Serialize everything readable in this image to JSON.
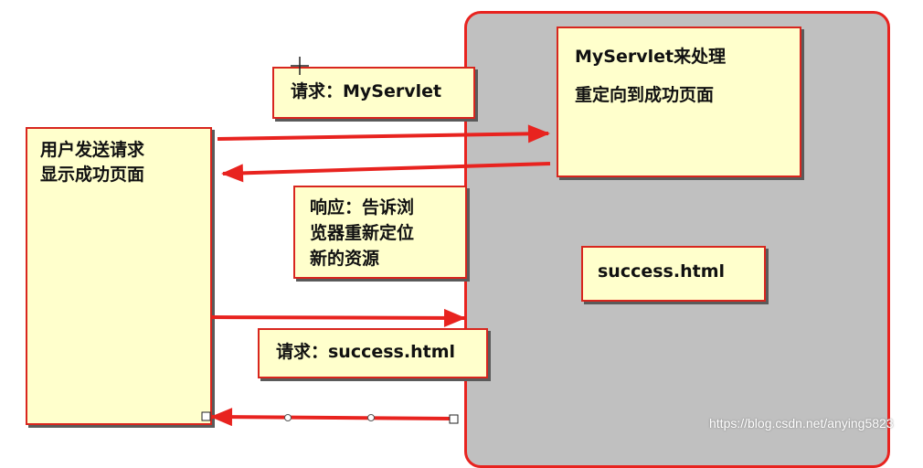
{
  "notes": {
    "user": [
      "用户发送请求",
      "显示成功页面"
    ],
    "request1": "请求：MyServlet",
    "servlet": [
      "MyServlet来处理",
      "重定向到成功页面"
    ],
    "response": [
      "响应：告诉浏",
      "览器重新定位",
      "新的资源"
    ],
    "success": "success.html",
    "request2": "请求：success.html"
  },
  "watermark": "https://blog.csdn.net/anying5823",
  "colors": {
    "border": "#d8261e",
    "note_fill": "#ffffcc",
    "server_fill": "#c0c0c0",
    "arrow": "#e8231f"
  }
}
